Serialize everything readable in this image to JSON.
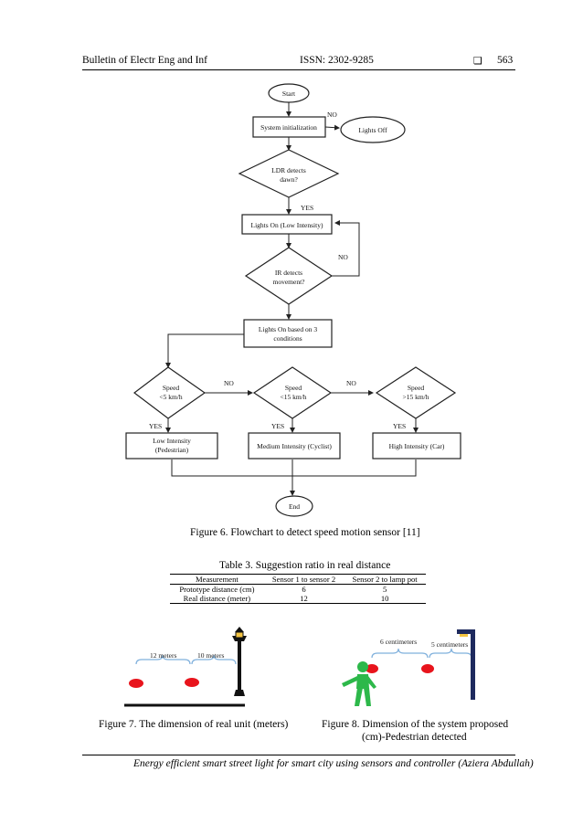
{
  "header": {
    "journal": "Bulletin of Electr Eng and Inf",
    "issn": "ISSN: 2302-9285",
    "square_glyph": "❏",
    "page_number": "563"
  },
  "flowchart": {
    "start": "Start",
    "init": "System initialization",
    "lights_off": "Lights Off",
    "ldr_line1": "LDR detects",
    "ldr_line2": "dawn?",
    "no1": "NO",
    "yes1": "YES",
    "lights_on": "Lights On (Low Intensity)",
    "ir_line1": "IR detects",
    "ir_line2": "movement?",
    "no2": "NO",
    "cond_line1": "Lights On based on 3",
    "cond_line2": "conditions",
    "speed1_line1": "Speed",
    "speed1_line2": "<5 km/h",
    "speed2_line1": "Speed",
    "speed2_line2": "<15 km/h",
    "speed3_line1": "Speed",
    "speed3_line2": ">15 km/h",
    "no3": "NO",
    "no4": "NO",
    "yes_a": "YES",
    "yes_b": "YES",
    "yes_c": "YES",
    "low_line1": "Low Intensity",
    "low_line2": "(Pedestrian)",
    "medium": "Medium Intensity (Cyclist)",
    "high": "High Intensity (Car)",
    "end": "End"
  },
  "figure6_caption": "Figure 6. Flowchart to detect speed motion sensor [11]",
  "table3": {
    "title": "Table 3. Suggestion ratio in real distance",
    "headers": [
      "Measurement",
      "Sensor 1 to sensor 2",
      "Sensor 2 to lamp pot"
    ],
    "rows": [
      [
        "Prototype distance (cm)",
        "6",
        "5"
      ],
      [
        "Real distance (meter)",
        "12",
        "10"
      ]
    ]
  },
  "figure7": {
    "label_a": "12 meters",
    "label_b": "10 meters",
    "caption": "Figure 7. The dimension of real unit (meters)"
  },
  "figure8": {
    "label_a": "6 centimeters",
    "label_b": "5 centimeters",
    "caption_line1": "Figure 8. Dimension of the system proposed",
    "caption_line2": "(cm)-Pedestrian detected"
  },
  "footer": "Energy efficient smart street light for smart city using sensors and controller (Aziera Abdullah)",
  "colors": {
    "sensor_red": "#e8141c",
    "brace_blue": "#7fb0dc",
    "pedestrian_green": "#2db84a",
    "lamp_yellow": "#f4c542",
    "pole_navy": "#1e2a5e"
  }
}
